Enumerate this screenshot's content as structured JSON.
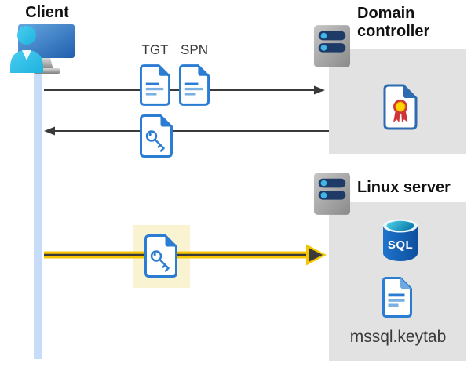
{
  "nodes": {
    "client": {
      "label": "Client"
    },
    "domain_controller": {
      "label": "Domain controller"
    },
    "linux_server": {
      "label": "Linux server"
    }
  },
  "tickets": {
    "tgt_label": "TGT",
    "spn_label": "SPN"
  },
  "linux_contents": {
    "sql_label": "SQL",
    "keytab_label": "mssql.keytab"
  },
  "icons": {
    "client": "client-workstation-icon",
    "domain_controller": "server-icon",
    "linux_server": "server-icon",
    "tgt": "document-icon",
    "spn": "document-icon",
    "service_ticket": "key-document-icon",
    "authentication_ticket": "key-document-icon",
    "certificate": "certificate-icon",
    "sql_database": "sql-database-icon",
    "keytab_file": "document-icon"
  },
  "colors": {
    "doc_blue": "#2b7cd3",
    "doc_blue_light": "#7ab0e2",
    "fold_light": "#6fa8df",
    "cert_blue": "#2e6bb0",
    "cert_red": "#cf3437",
    "cert_gold": "#ffd400",
    "arrow_dark": "#3a3a3a",
    "yellow": "#f5c500",
    "yellow_highlight": "#faf3d2",
    "lifeline_blue": "#c7dcf8",
    "box_gray": "#e2e2e2",
    "pill_navy": "#1e3a66",
    "dot_cyan": "#41b6e8",
    "label_gray": "#3b3a39"
  }
}
